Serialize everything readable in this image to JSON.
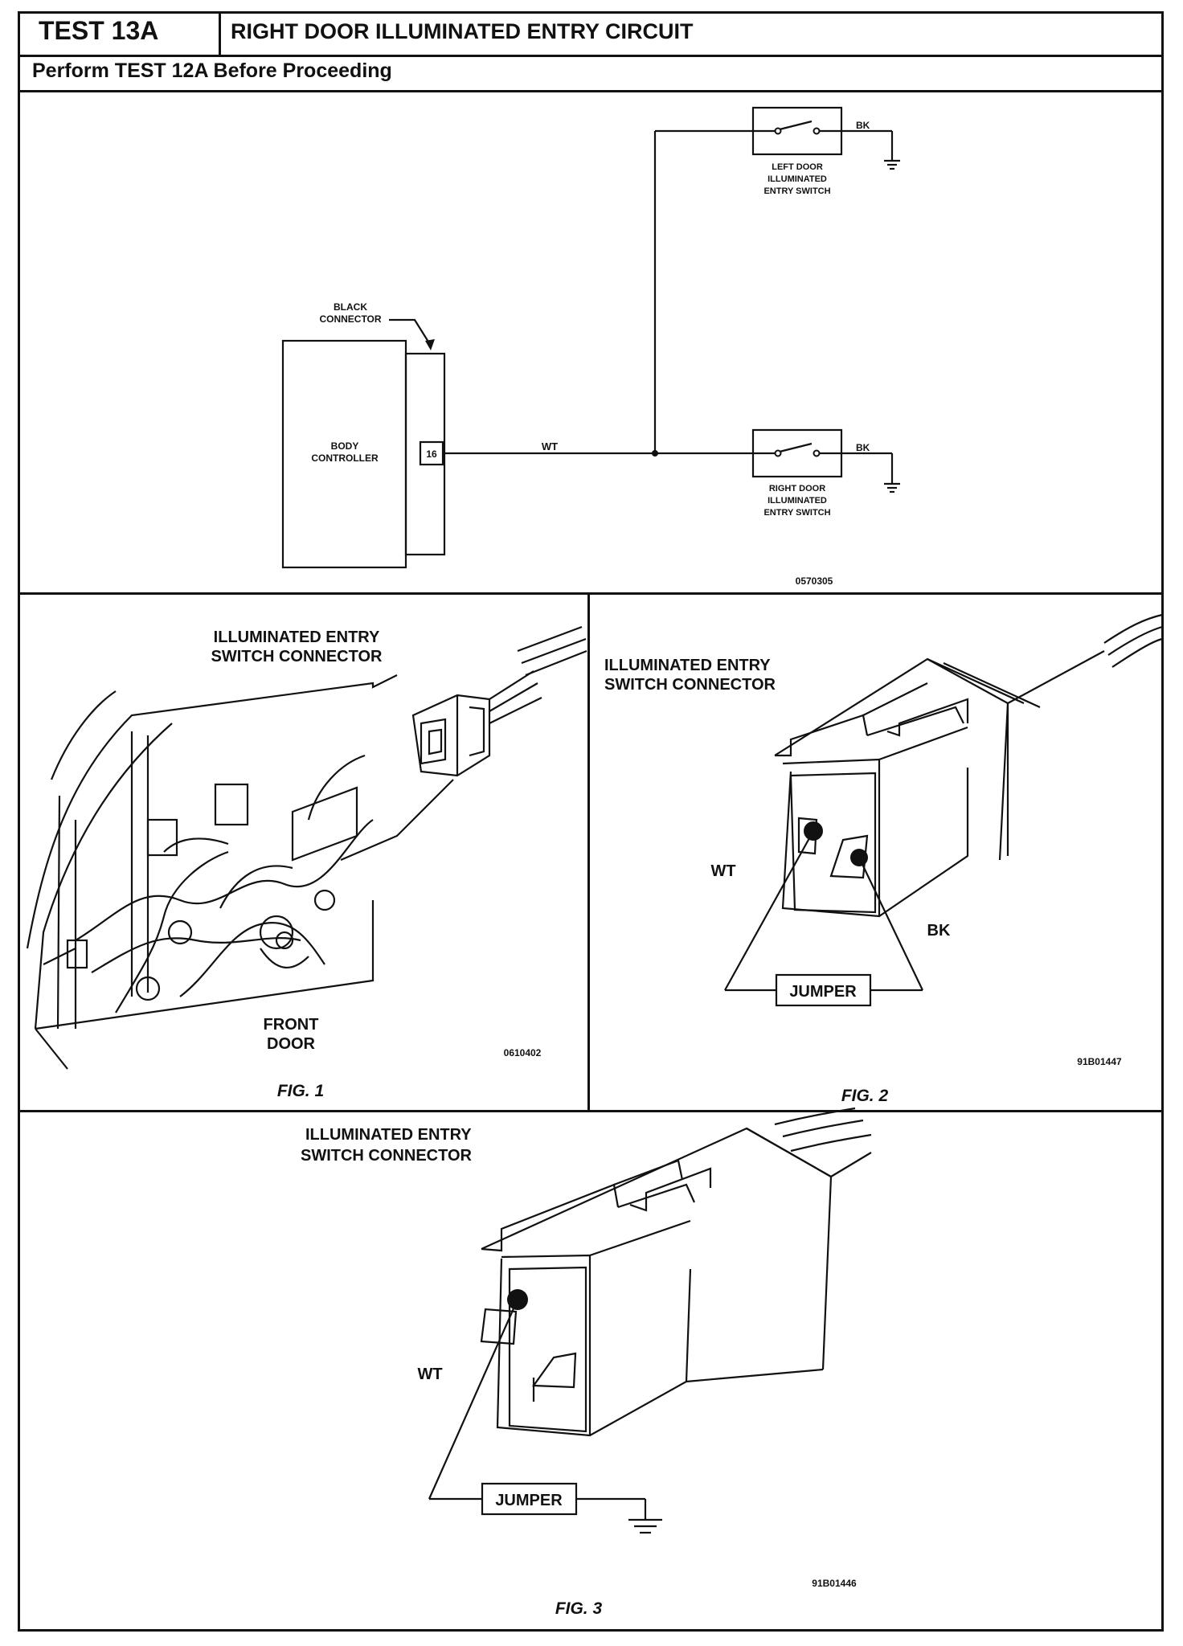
{
  "header": {
    "test_id": "TEST 13A",
    "title": "RIGHT DOOR ILLUMINATED ENTRY CIRCUIT",
    "prerequisite": "Perform TEST 12A Before Proceeding"
  },
  "schematic": {
    "black_connector_line1": "BLACK",
    "black_connector_line2": "CONNECTOR",
    "body_controller_line1": "BODY",
    "body_controller_line2": "CONTROLLER",
    "pin_number": "16",
    "wire_wt": "WT",
    "left_switch_wire": "BK",
    "right_switch_wire": "BK",
    "left_switch_line1": "LEFT DOOR",
    "left_switch_line2": "ILLUMINATED",
    "left_switch_line3": "ENTRY SWITCH",
    "right_switch_line1": "RIGHT DOOR",
    "right_switch_line2": "ILLUMINATED",
    "right_switch_line3": "ENTRY SWITCH",
    "ref_code": "0570305"
  },
  "fig1": {
    "title_line1": "ILLUMINATED ENTRY",
    "title_line2": "SWITCH CONNECTOR",
    "door_line1": "FRONT",
    "door_line2": "DOOR",
    "ref_code": "0610402",
    "caption": "FIG. 1"
  },
  "fig2": {
    "title_line1": "ILLUMINATED ENTRY",
    "title_line2": "SWITCH CONNECTOR",
    "wire_wt": "WT",
    "wire_bk": "BK",
    "jumper": "JUMPER",
    "ref_code": "91B01447",
    "caption": "FIG. 2"
  },
  "fig3": {
    "title_line1": "ILLUMINATED ENTRY",
    "title_line2": "SWITCH CONNECTOR",
    "wire_wt": "WT",
    "jumper": "JUMPER",
    "ref_code": "91B01446",
    "caption": "FIG. 3"
  }
}
